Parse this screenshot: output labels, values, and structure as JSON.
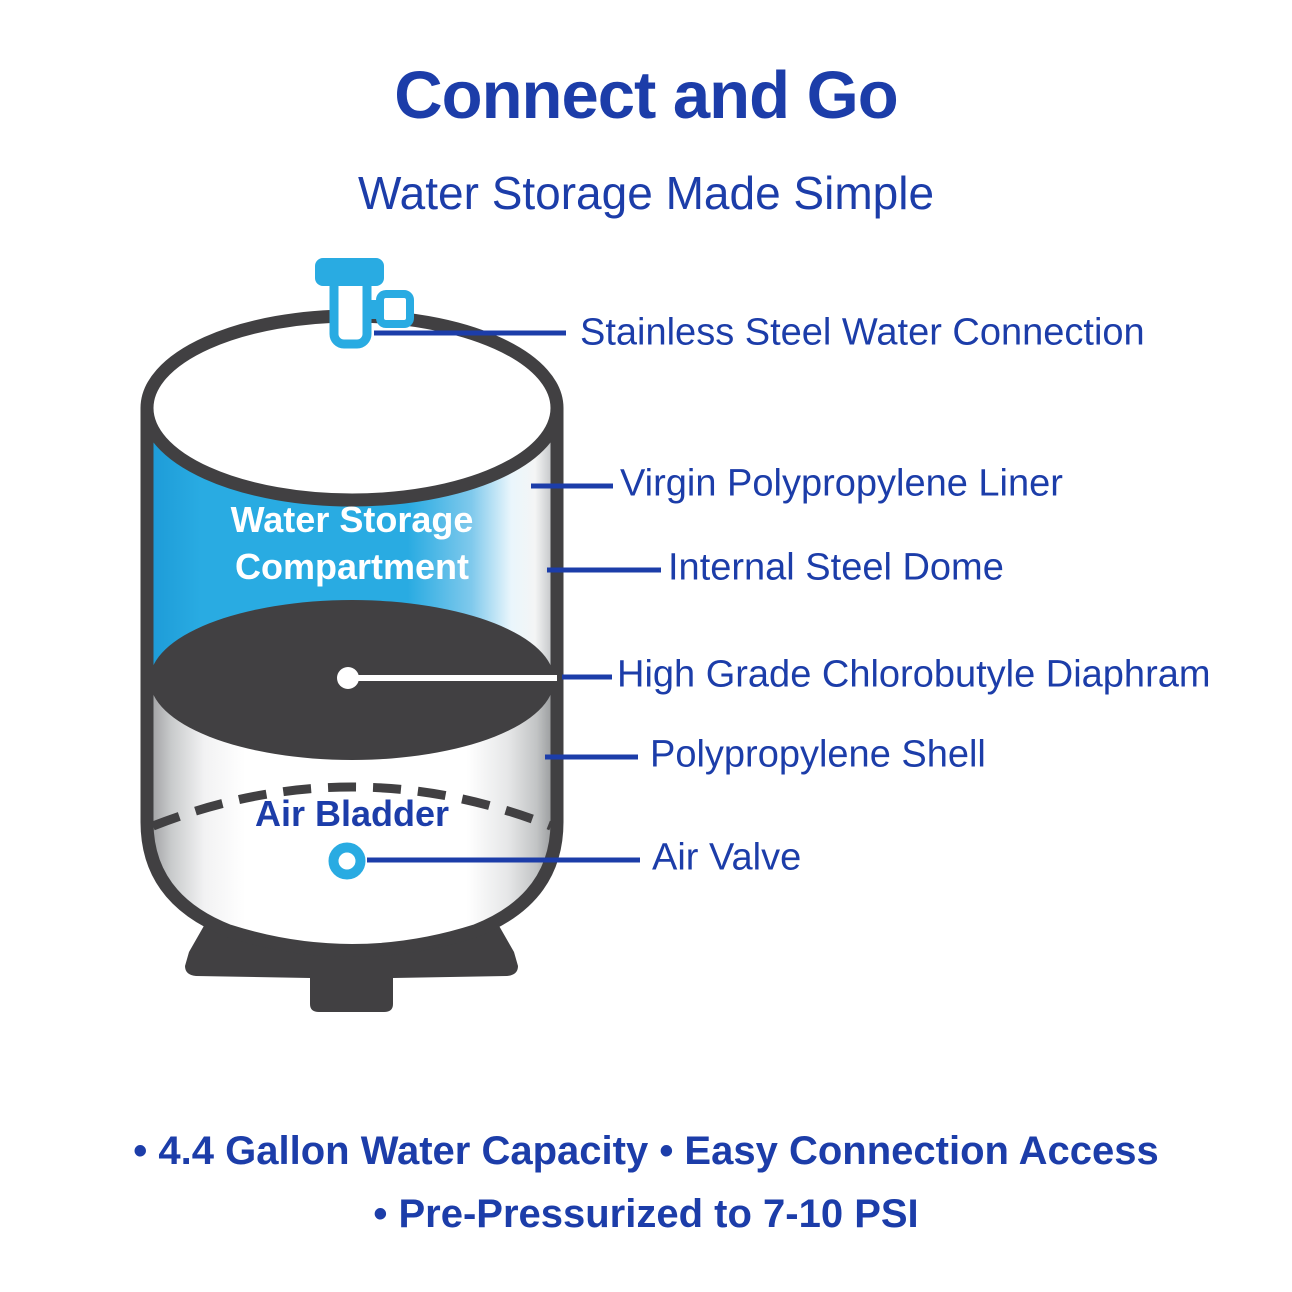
{
  "header": {
    "title": "Connect and Go",
    "subtitle": "Water Storage Made Simple"
  },
  "tank": {
    "compartment_line1": "Water Storage",
    "compartment_line2": "Compartment",
    "air_bladder": "Air Bladder"
  },
  "callouts": [
    {
      "text": "Stainless Steel Water Connection"
    },
    {
      "text": "Virgin Polypropylene Liner"
    },
    {
      "text": "Internal Steel Dome"
    },
    {
      "text": "High Grade Chlorobutyle Diaphram"
    },
    {
      "text": "Polypropylene Shell"
    },
    {
      "text": "Air Valve"
    }
  ],
  "footer": {
    "line1": "• 4.4 Gallon Water Capacity • Easy Connection Access",
    "line2": "• Pre-Pressurized to 7-10 PSI"
  },
  "colors": {
    "text_blue": "#1C3DA9",
    "tank_cyan": "#29ABE2",
    "tank_charcoal": "#414042"
  }
}
